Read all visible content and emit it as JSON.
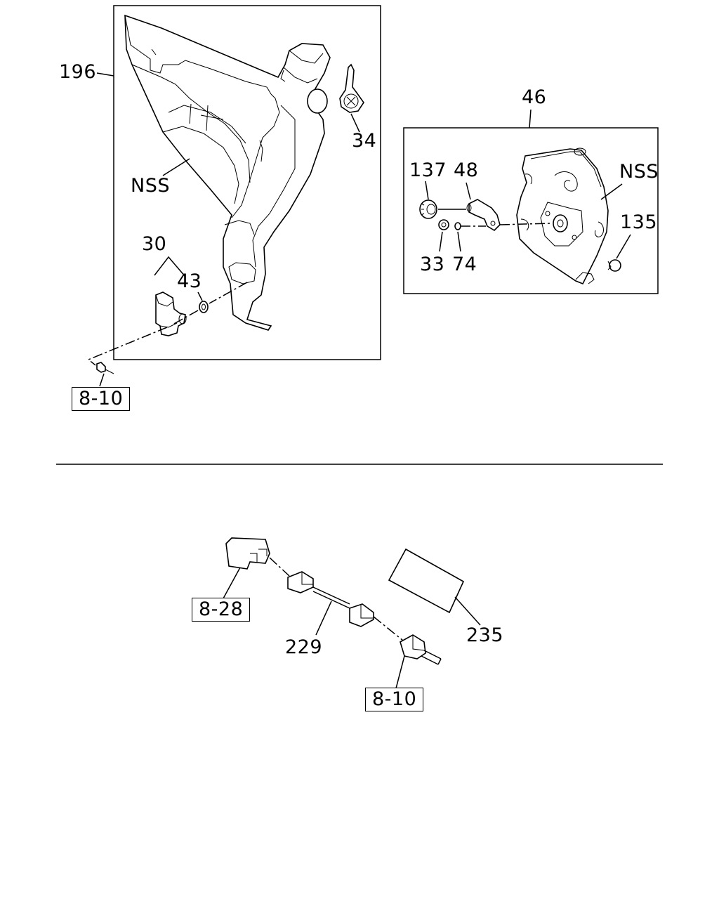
{
  "top_left_assembly": {
    "callouts": {
      "c196": "196",
      "c34": "34",
      "nss": "NSS",
      "c30": "30",
      "c43": "43"
    },
    "ref_8_10": "8-10"
  },
  "top_right_assembly": {
    "callouts": {
      "c46": "46",
      "c137": "137",
      "c48": "48",
      "nss": "NSS",
      "c135": "135",
      "c33": "33",
      "c74": "74"
    }
  },
  "bottom_assembly": {
    "callouts": {
      "c229": "229",
      "c235": "235"
    },
    "ref_8_28": "8-28",
    "ref_8_10": "8-10"
  }
}
